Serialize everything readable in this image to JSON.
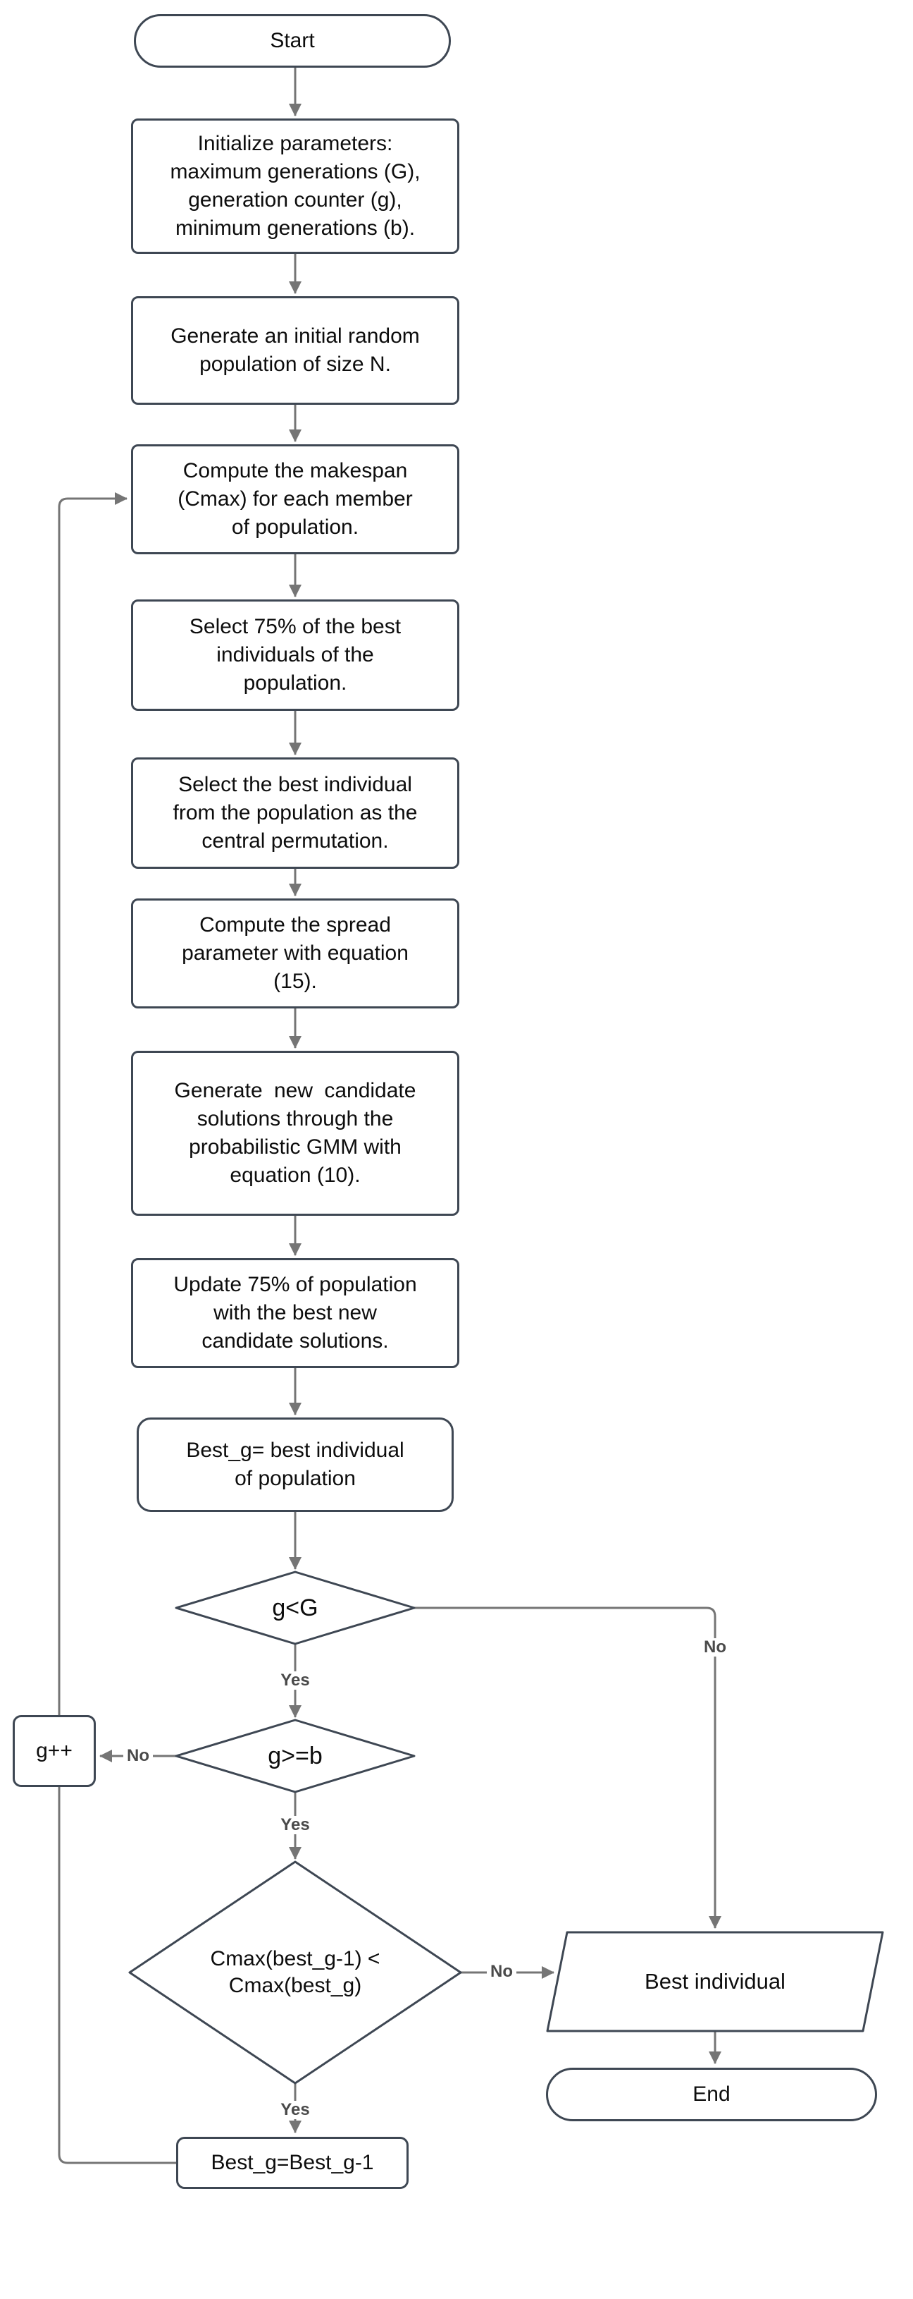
{
  "colors": {
    "shape_border": "#3e4753",
    "connector": "#757575",
    "edge_label_text": "#4a4a4a",
    "node_text": "#0d0d0d",
    "background": "#ffffff"
  },
  "nodes": {
    "start": {
      "label": "Start"
    },
    "initialize": {
      "lines": [
        "Initialize parameters:",
        "maximum generations (G),",
        "generation counter (g),",
        "minimum generations (b)."
      ]
    },
    "generate_population": {
      "lines": [
        "Generate an initial random",
        "population of size N."
      ]
    },
    "compute_makespan": {
      "lines": [
        "Compute the makespan",
        "(Cmax) for each member",
        "of population."
      ]
    },
    "select_75": {
      "lines": [
        "Select 75% of the best",
        "individuals of the",
        "population."
      ]
    },
    "select_best": {
      "lines": [
        "Select the best individual",
        "from the population as the",
        "central permutation."
      ]
    },
    "compute_spread": {
      "lines": [
        "Compute the spread",
        "parameter with equation",
        "(15)."
      ]
    },
    "generate_candidates": {
      "lines": [
        "Generate new candidate",
        "solutions through the",
        "probabilistic GMM with",
        "equation (10)."
      ]
    },
    "update_population": {
      "lines": [
        "Update 75% of population",
        "with the best new",
        "candidate solutions."
      ]
    },
    "best_g_assign": {
      "lines": [
        "Best_g= best individual",
        "of population"
      ]
    },
    "decision_g_lt_G": {
      "label": "g<G"
    },
    "decision_g_ge_b": {
      "label": "g>=b"
    },
    "g_increment": {
      "label": "g++"
    },
    "decision_cmax": {
      "lines": [
        "Cmax(best_g-1) <",
        "Cmax(best_g)"
      ]
    },
    "best_individual": {
      "label": "Best individual"
    },
    "end": {
      "label": "End"
    },
    "best_g_decrement": {
      "label": "Best_g=Best_g-1"
    }
  },
  "edge_labels": {
    "yes": "Yes",
    "no": "No"
  }
}
